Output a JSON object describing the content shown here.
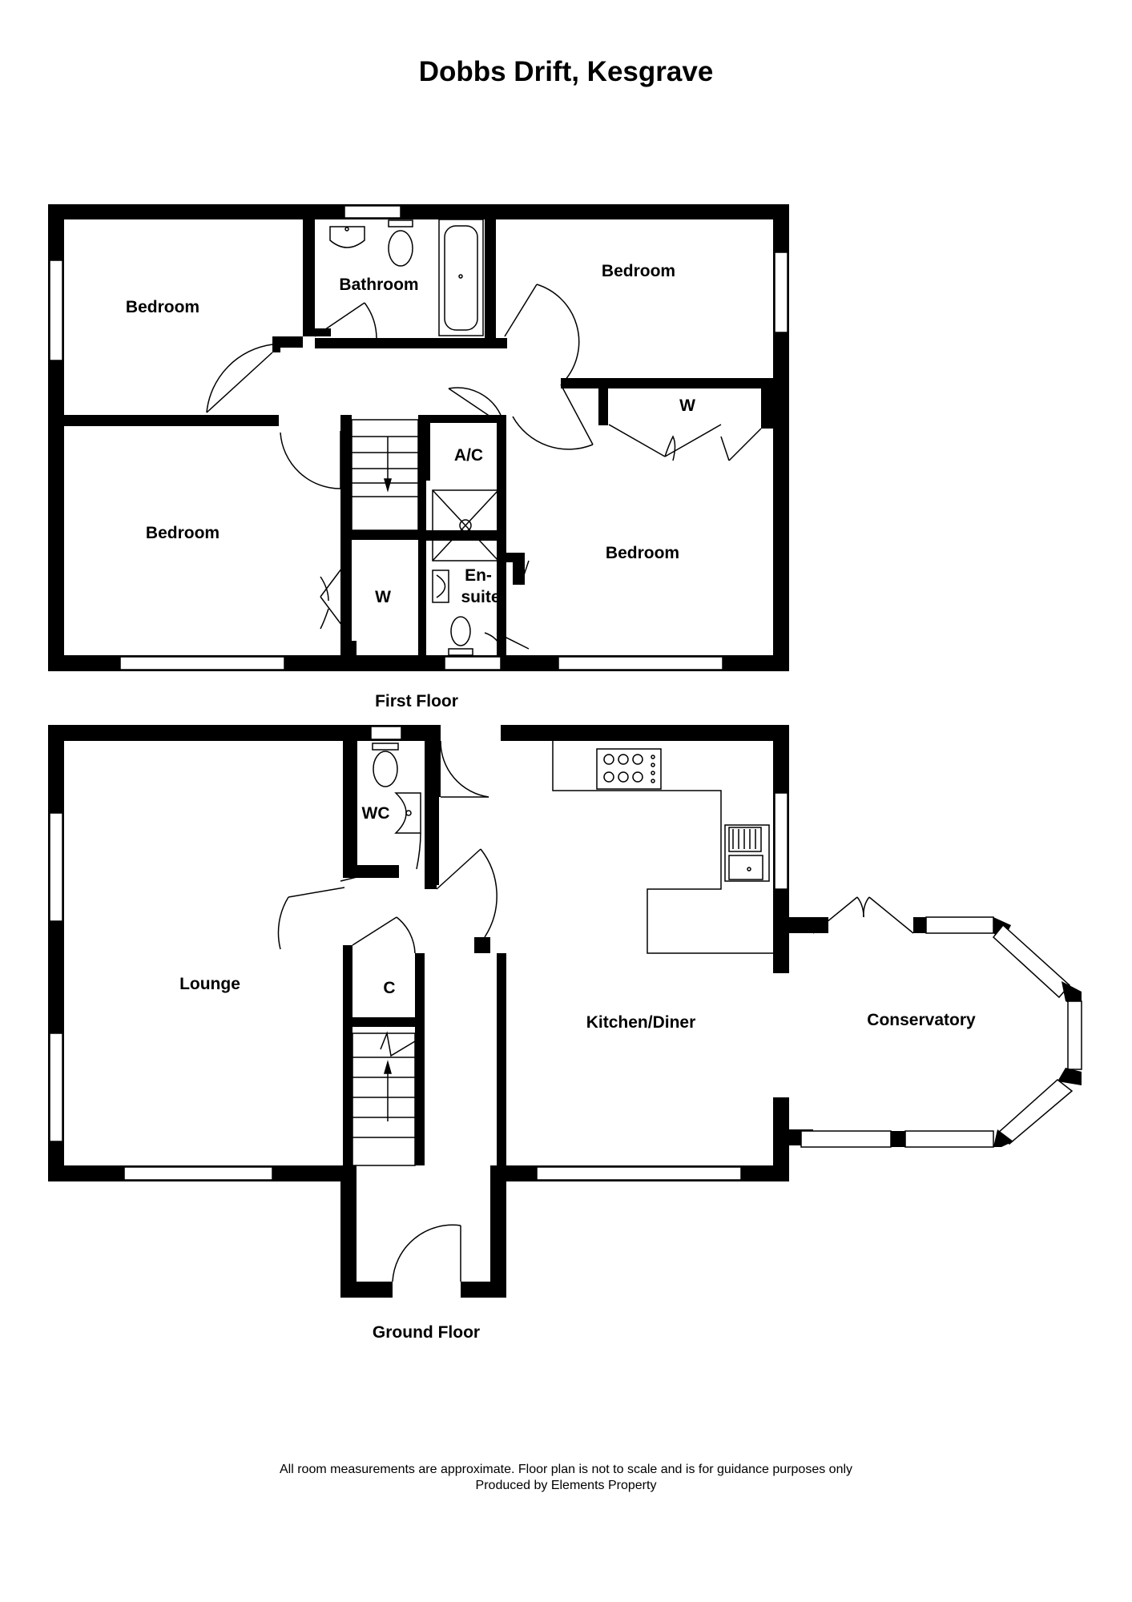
{
  "title": "Dobbs Drift, Kesgrave",
  "first_floor": {
    "label": "First Floor",
    "rooms": {
      "bedroom_nw": "Bedroom",
      "bathroom": "Bathroom",
      "bedroom_ne": "Bedroom",
      "wardrobe_ne": "W",
      "airing_cupboard": "A/C",
      "bedroom_w": "Bedroom",
      "wardrobe_w": "W",
      "ensuite_1": "En-",
      "ensuite_2": "suite",
      "bedroom_se": "Bedroom"
    }
  },
  "ground_floor": {
    "label": "Ground Floor",
    "rooms": {
      "wc": "WC",
      "lounge": "Lounge",
      "cupboard": "C",
      "kitchen": "Kitchen/Diner",
      "conservatory": "Conservatory"
    }
  },
  "footer": {
    "disclaimer": "All room measurements are approximate. Floor plan is not to scale and is for guidance purposes only",
    "credit": "Produced by Elements Property"
  }
}
